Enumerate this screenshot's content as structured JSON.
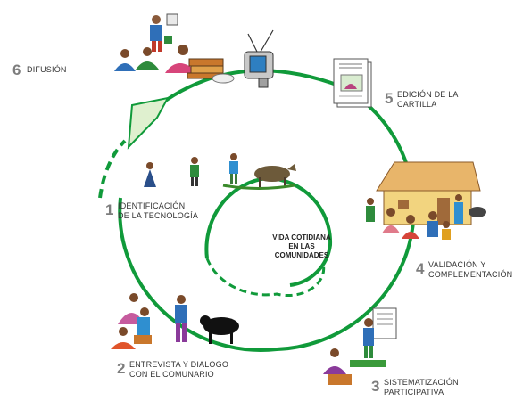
{
  "center": {
    "line1": "VIDA COTIDIANA",
    "line2": "EN LAS",
    "line3": "COMUNIDADES"
  },
  "steps": [
    {
      "num": "1",
      "line1": "IDENTIFICACIÓN",
      "line2": "DE LA TECNOLOGÍA"
    },
    {
      "num": "2",
      "line1": "ENTREVISTA Y DIALOGO",
      "line2": "CON EL COMUNARIO"
    },
    {
      "num": "3",
      "line1": "SISTEMATIZACIÓN",
      "line2": "PARTICIPATIVA"
    },
    {
      "num": "4",
      "line1": "VALIDACIÓN Y",
      "line2": "COMPLEMENTACIÓN"
    },
    {
      "num": "5",
      "line1": "EDICIÓN DE LA",
      "line2": "CARTILLA"
    },
    {
      "num": "6",
      "line1": "DIFUSIÓN"
    }
  ],
  "colors": {
    "spiral": "#109a3a",
    "arrow_fill": "#dff0cf",
    "roof": "#e8b56a",
    "wall": "#f2d47f"
  }
}
